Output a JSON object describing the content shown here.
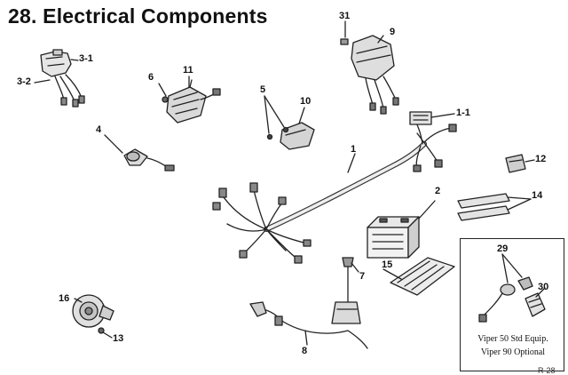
{
  "diagram": {
    "title": "28. Electrical Components",
    "page_ref": "R-28",
    "inset": {
      "caption_line1": "Viper 50 Std Equip.",
      "caption_line2": "Viper 90 Optional"
    },
    "callouts": [
      {
        "id": "c-1",
        "text": "1"
      },
      {
        "id": "c-1-1",
        "text": "1-1"
      },
      {
        "id": "c-2",
        "text": "2"
      },
      {
        "id": "c-3-1",
        "text": "3-1"
      },
      {
        "id": "c-3-2",
        "text": "3-2"
      },
      {
        "id": "c-4",
        "text": "4"
      },
      {
        "id": "c-5",
        "text": "5"
      },
      {
        "id": "c-6",
        "text": "6"
      },
      {
        "id": "c-7",
        "text": "7"
      },
      {
        "id": "c-8",
        "text": "8"
      },
      {
        "id": "c-9",
        "text": "9"
      },
      {
        "id": "c-10",
        "text": "10"
      },
      {
        "id": "c-11",
        "text": "11"
      },
      {
        "id": "c-12",
        "text": "12"
      },
      {
        "id": "c-13",
        "text": "13"
      },
      {
        "id": "c-14",
        "text": "14"
      },
      {
        "id": "c-15",
        "text": "15"
      },
      {
        "id": "c-16",
        "text": "16"
      },
      {
        "id": "c-29",
        "text": "29"
      },
      {
        "id": "c-30",
        "text": "30"
      },
      {
        "id": "c-31",
        "text": "31"
      }
    ]
  }
}
